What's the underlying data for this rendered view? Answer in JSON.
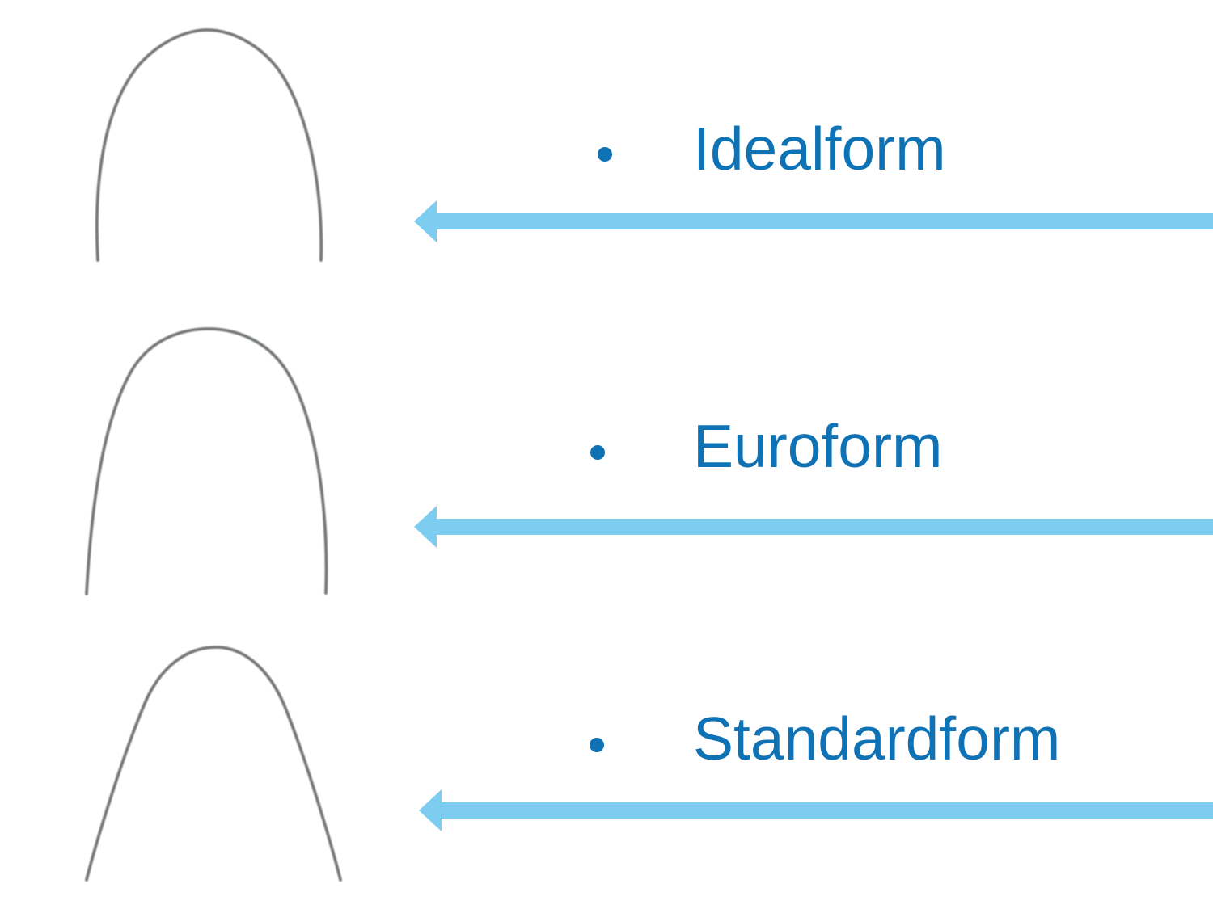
{
  "slide": {
    "items": [
      {
        "label": "Idealform"
      },
      {
        "label": "Euroform"
      },
      {
        "label": "Standardform"
      }
    ],
    "icons": {
      "bullet": "filled-circle-bullet",
      "arrow": "left-pointing-arrow",
      "images": "archwire-outline-photo"
    },
    "colors": {
      "label_blue": "#0f72b5",
      "arrow_blue": "#7ccdf0",
      "wire_gray": "#6a6d6f"
    }
  }
}
